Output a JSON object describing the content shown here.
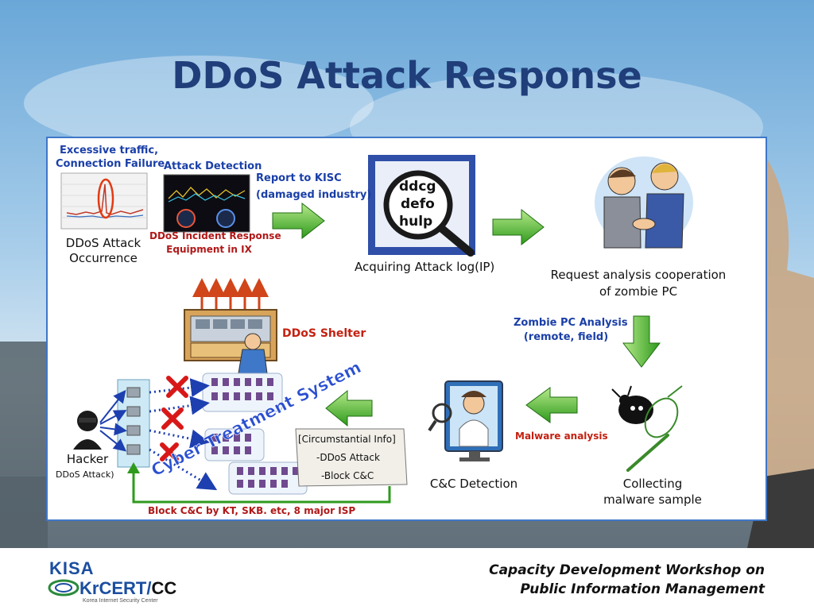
{
  "slide": {
    "title": "DDoS Attack Response"
  },
  "diagram": {
    "excessive_traffic": "Excessive traffic,",
    "connection_failure": "Connection Failure",
    "attack_detection": "Attack Detection",
    "report_kisc": "Report to KISC",
    "damaged_industry": "(damaged industry)",
    "ddos_attack": "DDoS Attack",
    "occurrence": "Occurrence",
    "incident_line1": "DDoS Incident Response",
    "incident_line2": "Equipment in IX",
    "acquiring_log": "Acquiring Attack log(IP)",
    "request_line1": "Request analysis cooperation",
    "request_line2": "of zombie PC",
    "zombie_line1": "Zombie PC Analysis",
    "zombie_line2": "(remote, field)",
    "ddos_shelter": "DDoS Shelter",
    "cyber_treatment": "Cyber Treatment System",
    "circum_line1": "[Circumstantial Info]",
    "circum_line2": "-DDoS Attack",
    "circum_line3": "-Block C&C",
    "hacker": "Hacker",
    "hacker_sub": "DDoS Attack)",
    "cc_detection": "C&C Detection",
    "malware_analysis": "Malware analysis",
    "collecting_line1": "Collecting",
    "collecting_line2": "malware sample",
    "block_cc": "Block C&C by KT, SKB. etc, 8 major ISP",
    "log_glyphs": "ddcg defo hulp"
  },
  "footer": {
    "org": "KISA",
    "cert_kr": "Kr",
    "cert_main": "CERT/",
    "cert_cc": "CC",
    "cert_sub": "Korea Internet Security Center",
    "workshop_line1": "Capacity Development Workshop on",
    "workshop_line2": "Public Information Management"
  },
  "colors": {
    "title": "#1f3e7a",
    "panel_border": "#3f77c8",
    "arrow_green": "#3fae2a",
    "label_blue": "#1a3fa8",
    "label_red": "#b01818"
  }
}
